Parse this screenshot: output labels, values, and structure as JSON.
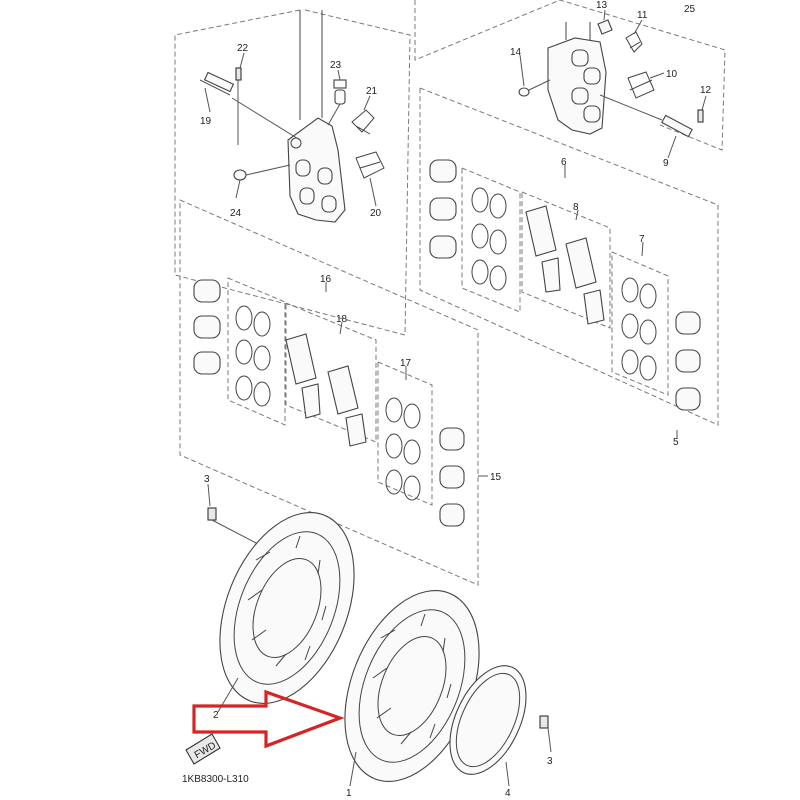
{
  "diagram": {
    "drawing_code": "1KB8300-L310",
    "fwd_mark": "FWD",
    "callouts": [
      "1",
      "2",
      "3",
      "4",
      "5",
      "6",
      "7",
      "8",
      "9",
      "10",
      "11",
      "12",
      "13",
      "14",
      "15",
      "16",
      "17",
      "18",
      "19",
      "20",
      "21",
      "22",
      "23",
      "24",
      "25"
    ],
    "callout_3_repeat": "3",
    "callout_13": "13",
    "pointer_color": "#d62424"
  }
}
